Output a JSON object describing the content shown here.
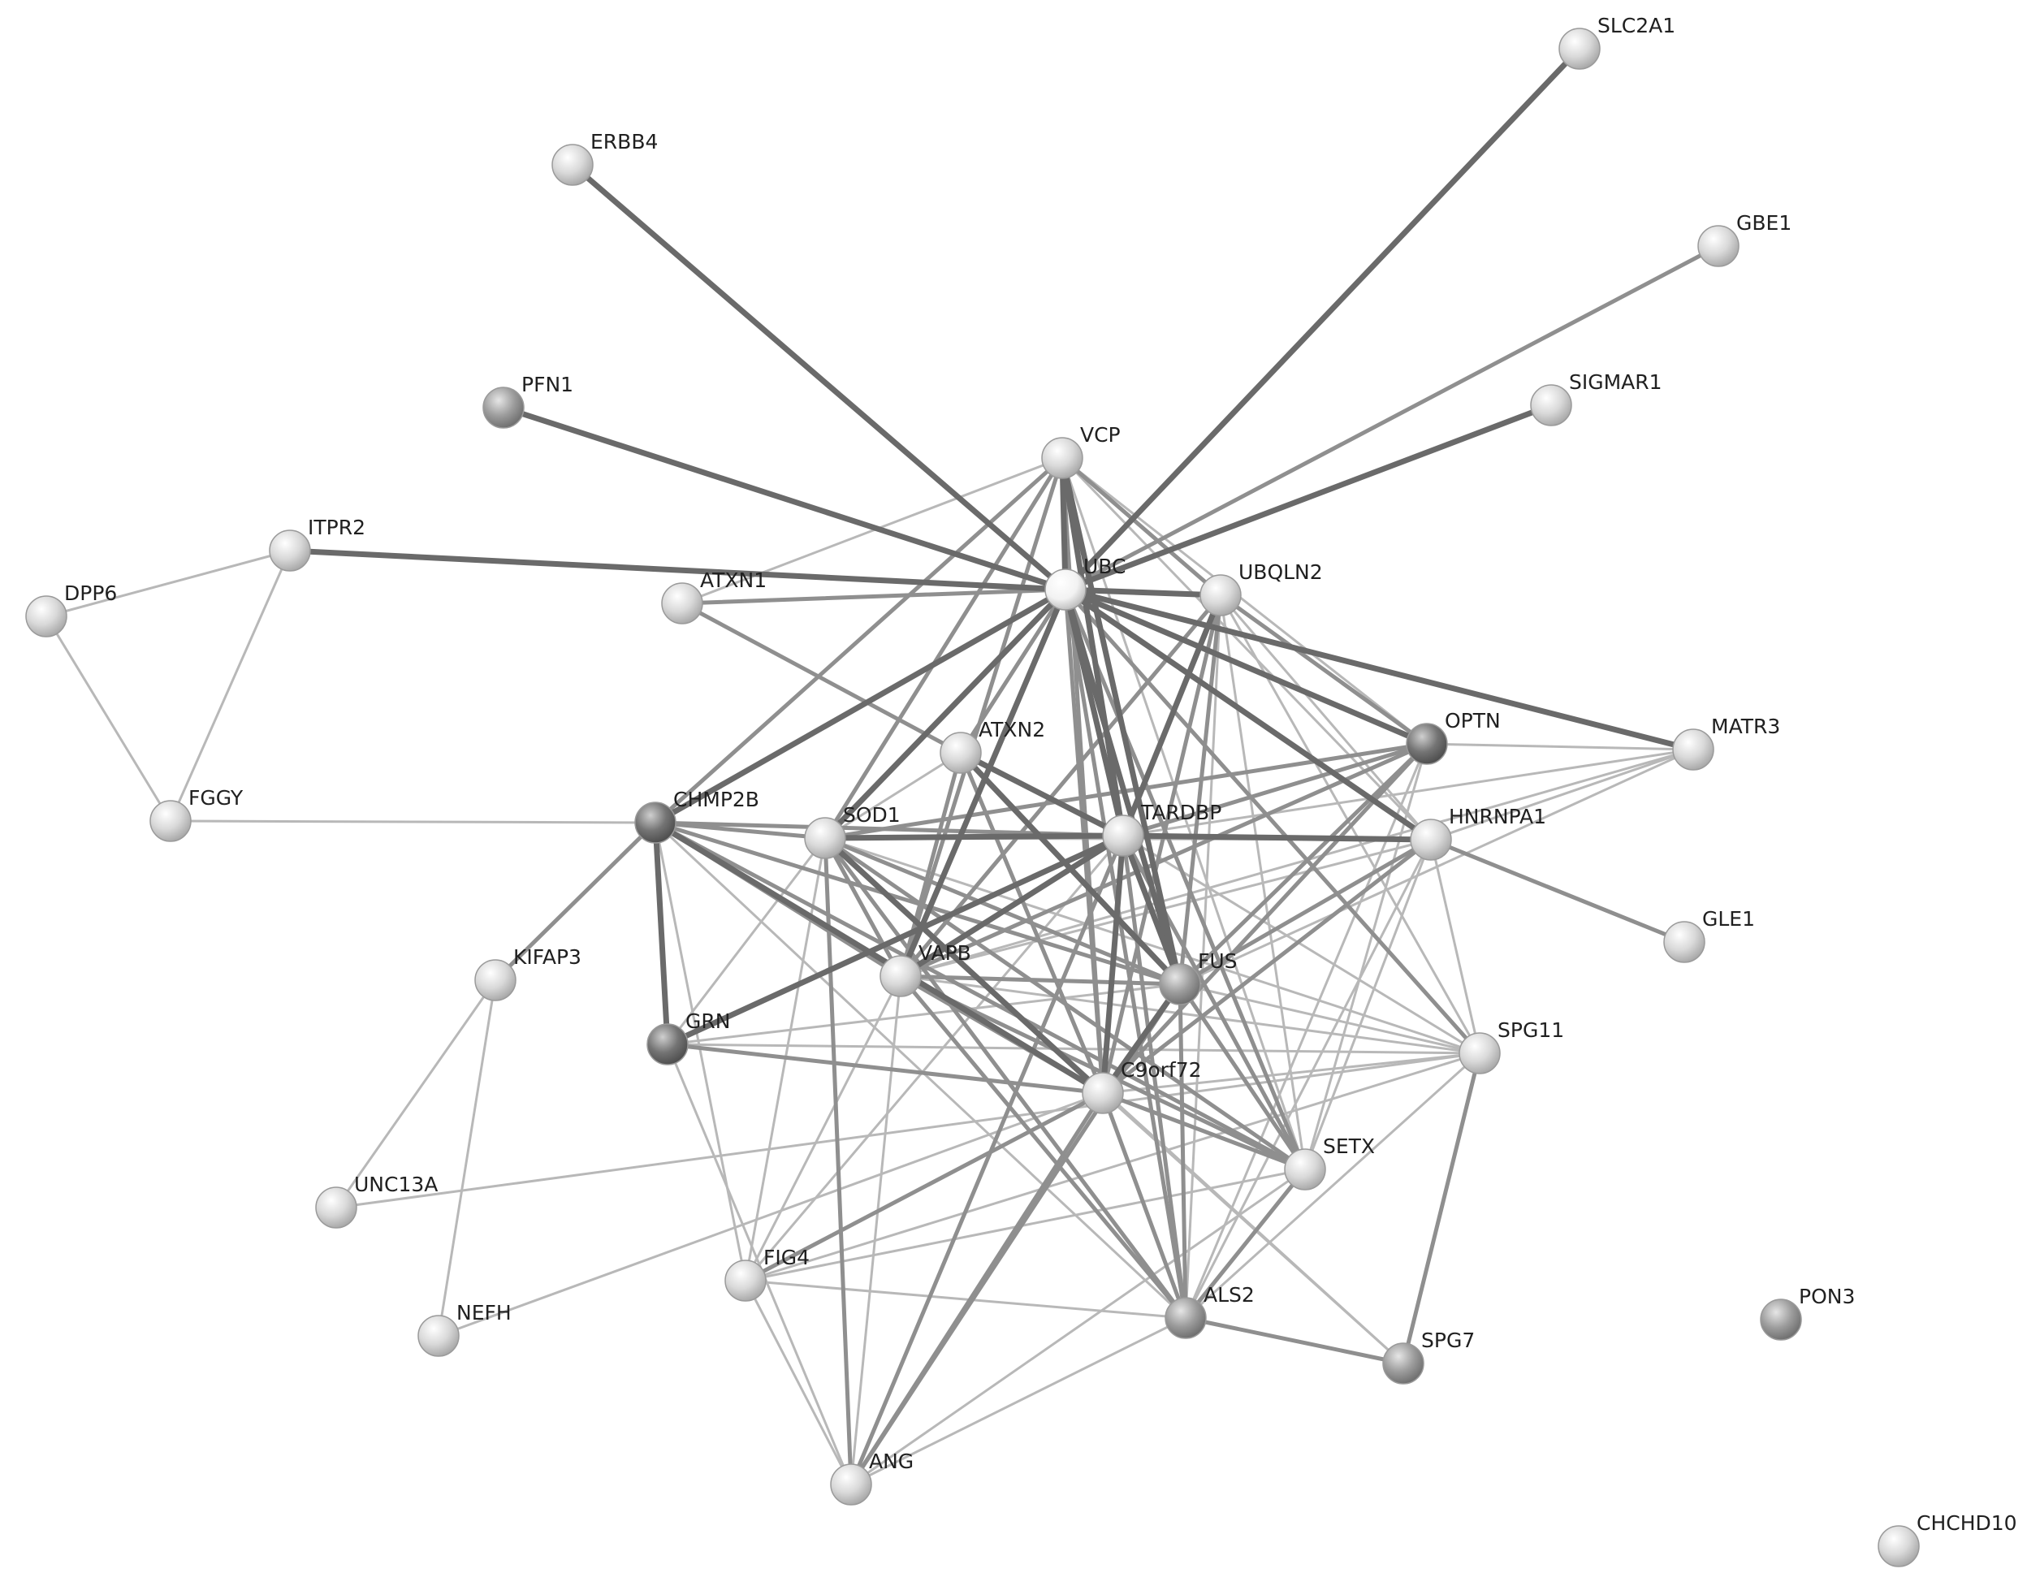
{
  "network": {
    "nodes": [
      {
        "id": "SLC2A1",
        "label": "SLC2A1",
        "shade": "light"
      },
      {
        "id": "ERBB4",
        "label": "ERBB4",
        "shade": "light"
      },
      {
        "id": "GBE1",
        "label": "GBE1",
        "shade": "light"
      },
      {
        "id": "PFN1",
        "label": "PFN1",
        "shade": "medium"
      },
      {
        "id": "SIGMAR1",
        "label": "SIGMAR1",
        "shade": "light"
      },
      {
        "id": "VCP",
        "label": "VCP",
        "shade": "light"
      },
      {
        "id": "ITPR2",
        "label": "ITPR2",
        "shade": "light"
      },
      {
        "id": "DPP6",
        "label": "DPP6",
        "shade": "light"
      },
      {
        "id": "ATXN1",
        "label": "ATXN1",
        "shade": "light"
      },
      {
        "id": "UBC",
        "label": "UBC",
        "shade": "white"
      },
      {
        "id": "UBQLN2",
        "label": "UBQLN2",
        "shade": "light"
      },
      {
        "id": "OPTN",
        "label": "OPTN",
        "shade": "dark"
      },
      {
        "id": "MATR3",
        "label": "MATR3",
        "shade": "light"
      },
      {
        "id": "ATXN2",
        "label": "ATXN2",
        "shade": "light"
      },
      {
        "id": "FGGY",
        "label": "FGGY",
        "shade": "light"
      },
      {
        "id": "CHMP2B",
        "label": "CHMP2B",
        "shade": "dark"
      },
      {
        "id": "SOD1",
        "label": "SOD1",
        "shade": "light"
      },
      {
        "id": "TARDBP",
        "label": "TARDBP",
        "shade": "light"
      },
      {
        "id": "HNRNPA1",
        "label": "HNRNPA1",
        "shade": "light"
      },
      {
        "id": "GLE1",
        "label": "GLE1",
        "shade": "light"
      },
      {
        "id": "KIFAP3",
        "label": "KIFAP3",
        "shade": "light"
      },
      {
        "id": "VAPB",
        "label": "VAPB",
        "shade": "light"
      },
      {
        "id": "FUS",
        "label": "FUS",
        "shade": "medium"
      },
      {
        "id": "GRN",
        "label": "GRN",
        "shade": "dark"
      },
      {
        "id": "SPG11",
        "label": "SPG11",
        "shade": "light"
      },
      {
        "id": "C9orf72",
        "label": "C9orf72",
        "shade": "light"
      },
      {
        "id": "SETX",
        "label": "SETX",
        "shade": "light"
      },
      {
        "id": "UNC13A",
        "label": "UNC13A",
        "shade": "light"
      },
      {
        "id": "FIG4",
        "label": "FIG4",
        "shade": "light"
      },
      {
        "id": "ALS2",
        "label": "ALS2",
        "shade": "medium"
      },
      {
        "id": "NEFH",
        "label": "NEFH",
        "shade": "light"
      },
      {
        "id": "SPG7",
        "label": "SPG7",
        "shade": "medium"
      },
      {
        "id": "PON3",
        "label": "PON3",
        "shade": "medium"
      },
      {
        "id": "ANG",
        "label": "ANG",
        "shade": "light"
      },
      {
        "id": "CHCHD10",
        "label": "CHCHD10",
        "shade": "light"
      }
    ],
    "edges": [
      {
        "source": "UBC",
        "target": "SLC2A1",
        "strength": 3
      },
      {
        "source": "UBC",
        "target": "ERBB4",
        "strength": 3
      },
      {
        "source": "UBC",
        "target": "GBE1",
        "strength": 2
      },
      {
        "source": "UBC",
        "target": "PFN1",
        "strength": 3
      },
      {
        "source": "UBC",
        "target": "SIGMAR1",
        "strength": 3
      },
      {
        "source": "UBC",
        "target": "VCP",
        "strength": 3
      },
      {
        "source": "UBC",
        "target": "ATXN1",
        "strength": 2
      },
      {
        "source": "UBC",
        "target": "UBQLN2",
        "strength": 3
      },
      {
        "source": "UBC",
        "target": "OPTN",
        "strength": 3
      },
      {
        "source": "UBC",
        "target": "MATR3",
        "strength": 3
      },
      {
        "source": "UBC",
        "target": "ATXN2",
        "strength": 2
      },
      {
        "source": "UBC",
        "target": "CHMP2B",
        "strength": 3
      },
      {
        "source": "UBC",
        "target": "SOD1",
        "strength": 3
      },
      {
        "source": "UBC",
        "target": "TARDBP",
        "strength": 3
      },
      {
        "source": "UBC",
        "target": "HNRNPA1",
        "strength": 3
      },
      {
        "source": "UBC",
        "target": "VAPB",
        "strength": 3
      },
      {
        "source": "UBC",
        "target": "FUS",
        "strength": 3
      },
      {
        "source": "UBC",
        "target": "C9orf72",
        "strength": 2
      },
      {
        "source": "UBC",
        "target": "SETX",
        "strength": 2
      },
      {
        "source": "UBC",
        "target": "SPG11",
        "strength": 2
      },
      {
        "source": "UBC",
        "target": "ALS2",
        "strength": 2
      },
      {
        "source": "ITPR2",
        "target": "DPP6",
        "strength": 1
      },
      {
        "source": "ITPR2",
        "target": "FGGY",
        "strength": 1
      },
      {
        "source": "DPP6",
        "target": "FGGY",
        "strength": 1
      },
      {
        "source": "ITPR2",
        "target": "UBC",
        "strength": 3
      },
      {
        "source": "FGGY",
        "target": "CHMP2B",
        "strength": 1
      },
      {
        "source": "VCP",
        "target": "ATXN1",
        "strength": 1
      },
      {
        "source": "VCP",
        "target": "UBQLN2",
        "strength": 2
      },
      {
        "source": "VCP",
        "target": "TARDBP",
        "strength": 3
      },
      {
        "source": "VCP",
        "target": "FUS",
        "strength": 3
      },
      {
        "source": "VCP",
        "target": "VAPB",
        "strength": 2
      },
      {
        "source": "VCP",
        "target": "SOD1",
        "strength": 2
      },
      {
        "source": "VCP",
        "target": "CHMP2B",
        "strength": 2
      },
      {
        "source": "VCP",
        "target": "C9orf72",
        "strength": 2
      },
      {
        "source": "VCP",
        "target": "HNRNPA1",
        "strength": 1
      },
      {
        "source": "VCP",
        "target": "OPTN",
        "strength": 1
      },
      {
        "source": "VCP",
        "target": "SETX",
        "strength": 1
      },
      {
        "source": "ATXN1",
        "target": "ATXN2",
        "strength": 2
      },
      {
        "source": "ATXN2",
        "target": "TARDBP",
        "strength": 3
      },
      {
        "source": "ATXN2",
        "target": "FUS",
        "strength": 3
      },
      {
        "source": "ATXN2",
        "target": "VAPB",
        "strength": 2
      },
      {
        "source": "ATXN2",
        "target": "C9orf72",
        "strength": 2
      },
      {
        "source": "ATXN2",
        "target": "SOD1",
        "strength": 1
      },
      {
        "source": "UBQLN2",
        "target": "TARDBP",
        "strength": 3
      },
      {
        "source": "UBQLN2",
        "target": "FUS",
        "strength": 2
      },
      {
        "source": "UBQLN2",
        "target": "OPTN",
        "strength": 2
      },
      {
        "source": "UBQLN2",
        "target": "VAPB",
        "strength": 2
      },
      {
        "source": "UBQLN2",
        "target": "C9orf72",
        "strength": 2
      },
      {
        "source": "UBQLN2",
        "target": "ALS2",
        "strength": 1
      },
      {
        "source": "UBQLN2",
        "target": "SETX",
        "strength": 1
      },
      {
        "source": "UBQLN2",
        "target": "SPG11",
        "strength": 1
      },
      {
        "source": "UBQLN2",
        "target": "HNRNPA1",
        "strength": 1
      },
      {
        "source": "OPTN",
        "target": "TARDBP",
        "strength": 2
      },
      {
        "source": "OPTN",
        "target": "SOD1",
        "strength": 2
      },
      {
        "source": "OPTN",
        "target": "FUS",
        "strength": 2
      },
      {
        "source": "OPTN",
        "target": "VAPB",
        "strength": 2
      },
      {
        "source": "OPTN",
        "target": "C9orf72",
        "strength": 2
      },
      {
        "source": "OPTN",
        "target": "ALS2",
        "strength": 1
      },
      {
        "source": "OPTN",
        "target": "MATR3",
        "strength": 1
      },
      {
        "source": "OPTN",
        "target": "SETX",
        "strength": 1
      },
      {
        "source": "MATR3",
        "target": "TARDBP",
        "strength": 1
      },
      {
        "source": "MATR3",
        "target": "HNRNPA1",
        "strength": 1
      },
      {
        "source": "MATR3",
        "target": "FUS",
        "strength": 1
      },
      {
        "source": "MATR3",
        "target": "VAPB",
        "strength": 1
      },
      {
        "source": "CHMP2B",
        "target": "SOD1",
        "strength": 2
      },
      {
        "source": "CHMP2B",
        "target": "GRN",
        "strength": 3
      },
      {
        "source": "CHMP2B",
        "target": "TARDBP",
        "strength": 2
      },
      {
        "source": "CHMP2B",
        "target": "VAPB",
        "strength": 2
      },
      {
        "source": "CHMP2B",
        "target": "FUS",
        "strength": 2
      },
      {
        "source": "CHMP2B",
        "target": "C9orf72",
        "strength": 3
      },
      {
        "source": "CHMP2B",
        "target": "SETX",
        "strength": 2
      },
      {
        "source": "CHMP2B",
        "target": "KIFAP3",
        "strength": 2
      },
      {
        "source": "CHMP2B",
        "target": "FIG4",
        "strength": 1
      },
      {
        "source": "CHMP2B",
        "target": "ALS2",
        "strength": 1
      },
      {
        "source": "SOD1",
        "target": "TARDBP",
        "strength": 3
      },
      {
        "source": "SOD1",
        "target": "VAPB",
        "strength": 2
      },
      {
        "source": "SOD1",
        "target": "FUS",
        "strength": 2
      },
      {
        "source": "SOD1",
        "target": "C9orf72",
        "strength": 3
      },
      {
        "source": "SOD1",
        "target": "SETX",
        "strength": 2
      },
      {
        "source": "SOD1",
        "target": "ALS2",
        "strength": 2
      },
      {
        "source": "SOD1",
        "target": "FIG4",
        "strength": 1
      },
      {
        "source": "SOD1",
        "target": "ANG",
        "strength": 2
      },
      {
        "source": "SOD1",
        "target": "GRN",
        "strength": 1
      },
      {
        "source": "SOD1",
        "target": "HNRNPA1",
        "strength": 1
      },
      {
        "source": "SOD1",
        "target": "SPG11",
        "strength": 1
      },
      {
        "source": "SOD1",
        "target": "SPG7",
        "strength": 1
      },
      {
        "source": "TARDBP",
        "target": "FUS",
        "strength": 3
      },
      {
        "source": "TARDBP",
        "target": "HNRNPA1",
        "strength": 3
      },
      {
        "source": "TARDBP",
        "target": "VAPB",
        "strength": 3
      },
      {
        "source": "TARDBP",
        "target": "C9orf72",
        "strength": 3
      },
      {
        "source": "TARDBP",
        "target": "GRN",
        "strength": 3
      },
      {
        "source": "TARDBP",
        "target": "SETX",
        "strength": 2
      },
      {
        "source": "TARDBP",
        "target": "ALS2",
        "strength": 2
      },
      {
        "source": "TARDBP",
        "target": "ANG",
        "strength": 2
      },
      {
        "source": "TARDBP",
        "target": "FIG4",
        "strength": 1
      },
      {
        "source": "TARDBP",
        "target": "SPG11",
        "strength": 1
      },
      {
        "source": "HNRNPA1",
        "target": "FUS",
        "strength": 2
      },
      {
        "source": "HNRNPA1",
        "target": "C9orf72",
        "strength": 2
      },
      {
        "source": "HNRNPA1",
        "target": "VAPB",
        "strength": 1
      },
      {
        "source": "HNRNPA1",
        "target": "GLE1",
        "strength": 2
      },
      {
        "source": "HNRNPA1",
        "target": "SPG11",
        "strength": 1
      },
      {
        "source": "HNRNPA1",
        "target": "SETX",
        "strength": 1
      },
      {
        "source": "HNRNPA1",
        "target": "ALS2",
        "strength": 1
      },
      {
        "source": "VAPB",
        "target": "FUS",
        "strength": 2
      },
      {
        "source": "VAPB",
        "target": "C9orf72",
        "strength": 2
      },
      {
        "source": "VAPB",
        "target": "SETX",
        "strength": 2
      },
      {
        "source": "VAPB",
        "target": "ALS2",
        "strength": 2
      },
      {
        "source": "VAPB",
        "target": "FIG4",
        "strength": 1
      },
      {
        "source": "VAPB",
        "target": "ANG",
        "strength": 1
      },
      {
        "source": "VAPB",
        "target": "SPG11",
        "strength": 1
      },
      {
        "source": "FUS",
        "target": "C9orf72",
        "strength": 3
      },
      {
        "source": "FUS",
        "target": "SETX",
        "strength": 2
      },
      {
        "source": "FUS",
        "target": "ALS2",
        "strength": 2
      },
      {
        "source": "FUS",
        "target": "ANG",
        "strength": 2
      },
      {
        "source": "FUS",
        "target": "GRN",
        "strength": 1
      },
      {
        "source": "FUS",
        "target": "SPG11",
        "strength": 1
      },
      {
        "source": "GRN",
        "target": "C9orf72",
        "strength": 2
      },
      {
        "source": "GRN",
        "target": "SPG11",
        "strength": 1
      },
      {
        "source": "C9orf72",
        "target": "SETX",
        "strength": 2
      },
      {
        "source": "C9orf72",
        "target": "ALS2",
        "strength": 2
      },
      {
        "source": "C9orf72",
        "target": "FIG4",
        "strength": 2
      },
      {
        "source": "C9orf72",
        "target": "ANG",
        "strength": 2
      },
      {
        "source": "C9orf72",
        "target": "SPG11",
        "strength": 1
      },
      {
        "source": "C9orf72",
        "target": "SPG7",
        "strength": 1
      },
      {
        "source": "C9orf72",
        "target": "NEFH",
        "strength": 1
      },
      {
        "source": "SETX",
        "target": "ALS2",
        "strength": 2
      },
      {
        "source": "SETX",
        "target": "FIG4",
        "strength": 1
      },
      {
        "source": "SETX",
        "target": "ANG",
        "strength": 1
      },
      {
        "source": "SPG11",
        "target": "SPG7",
        "strength": 2
      },
      {
        "source": "SPG11",
        "target": "ALS2",
        "strength": 1
      },
      {
        "source": "SPG11",
        "target": "UNC13A",
        "strength": 1
      },
      {
        "source": "SPG11",
        "target": "FIG4",
        "strength": 1
      },
      {
        "source": "ALS2",
        "target": "SPG7",
        "strength": 2
      },
      {
        "source": "ALS2",
        "target": "FIG4",
        "strength": 1
      },
      {
        "source": "ALS2",
        "target": "ANG",
        "strength": 1
      },
      {
        "source": "FIG4",
        "target": "ANG",
        "strength": 1
      },
      {
        "source": "KIFAP3",
        "target": "UNC13A",
        "strength": 1
      },
      {
        "source": "KIFAP3",
        "target": "NEFH",
        "strength": 1
      },
      {
        "source": "GRN",
        "target": "ANG",
        "strength": 1
      }
    ]
  },
  "colors": {
    "background": "#ffffff",
    "edge_strong": "#6a6a6a",
    "edge_medium": "#8f8f8f",
    "edge_weak": "#b8b8b8",
    "node_white": "#f6f6f6",
    "node_light": "#d9d9d9",
    "node_medium": "#9d9d9d",
    "node_dark": "#707070",
    "label": "#202020"
  }
}
